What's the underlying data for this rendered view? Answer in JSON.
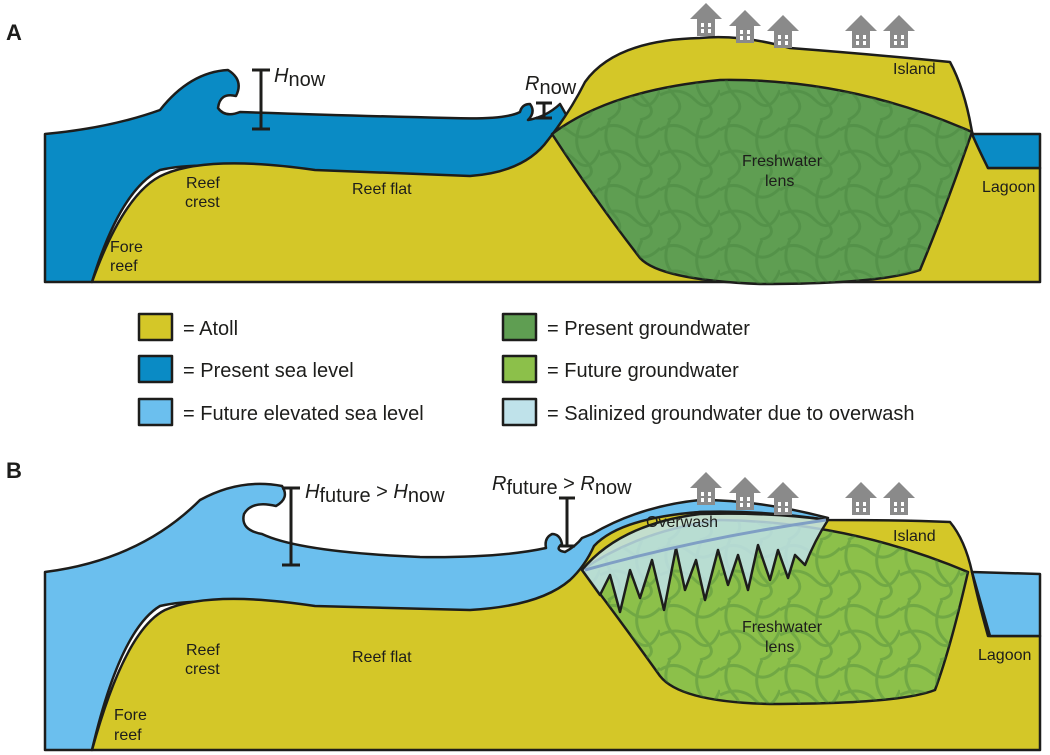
{
  "colors": {
    "atoll": "#d4c728",
    "present_sea": "#0a8bc5",
    "future_sea": "#6bbfee",
    "present_groundwater": "#5f9e52",
    "future_groundwater": "#8cc04a",
    "salinized": "#bfe2ea",
    "house": "#8a8a8a",
    "outline": "#1d1d1b"
  },
  "panel_a": {
    "label": "A",
    "h_sym": "H",
    "h_sub": "now",
    "r_sym": "R",
    "r_sub": "now",
    "island": "Island",
    "lens_1": "Freshwater",
    "lens_2": "lens",
    "reef_crest_1": "Reef",
    "reef_crest_2": "crest",
    "reef_flat": "Reef flat",
    "fore_reef_1": "Fore",
    "fore_reef_2": "reef",
    "lagoon": "Lagoon"
  },
  "panel_b": {
    "label": "B",
    "h_sym": "H",
    "h_sub": "future",
    "h_cmp": " > ",
    "h_sym2": "H",
    "h_sub2": "now",
    "r_sym": "R",
    "r_sub": "future",
    "r_cmp": " > ",
    "r_sym2": "R",
    "r_sub2": "now",
    "overwash": "Overwash",
    "island": "Island",
    "lens_1": "Freshwater",
    "lens_2": "lens",
    "reef_crest_1": "Reef",
    "reef_crest_2": "crest",
    "reef_flat": "Reef flat",
    "fore_reef_1": "Fore",
    "fore_reef_2": "reef",
    "lagoon": "Lagoon"
  },
  "legend": [
    {
      "swatch": "atoll",
      "text": "= Atoll"
    },
    {
      "swatch": "present_sea",
      "text": "= Present sea level"
    },
    {
      "swatch": "future_sea",
      "text": "= Future elevated sea level"
    },
    {
      "swatch": "present_groundwater",
      "text": "= Present groundwater"
    },
    {
      "swatch": "future_groundwater",
      "text": "= Future groundwater"
    },
    {
      "swatch": "salinized",
      "text": "= Salinized groundwater due to overwash"
    }
  ]
}
